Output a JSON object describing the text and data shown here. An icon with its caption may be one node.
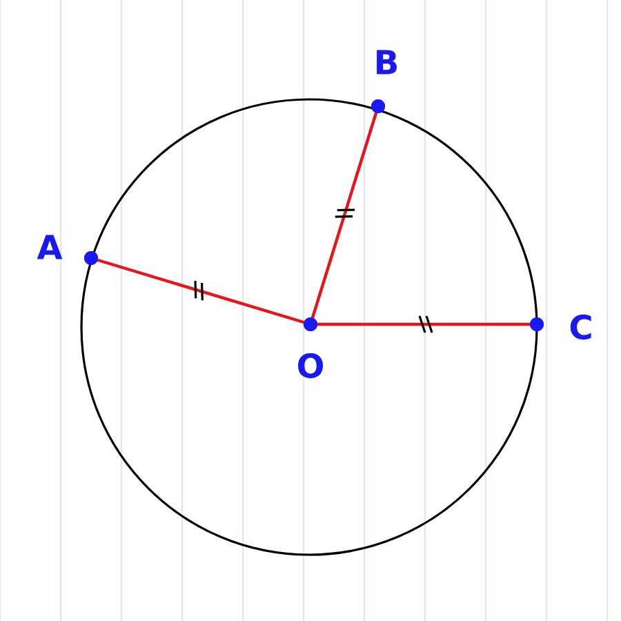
{
  "diagram": {
    "nodes": [
      {
        "text": [
          "A"
        ]
      },
      {
        "text": [
          "B"
        ]
      },
      {
        "text": [
          "C"
        ]
      },
      {
        "text": [
          "O"
        ]
      }
    ],
    "edges": [
      {
        "from": 3,
        "to": 0,
        "arrow": "none"
      },
      {
        "from": 3,
        "to": 1,
        "arrow": "none"
      },
      {
        "from": 3,
        "to": 2,
        "arrow": "none"
      }
    ]
  }
}
